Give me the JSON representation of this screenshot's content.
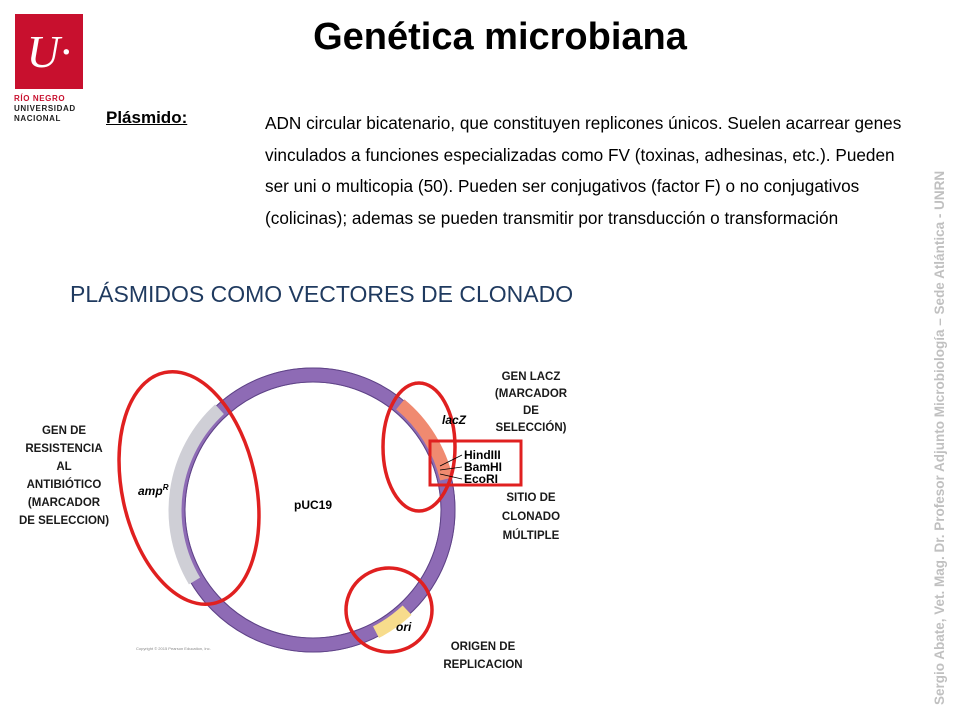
{
  "header": {
    "title": "Genética microbiana",
    "logo": {
      "glyph": "U·",
      "line1": "RÍO NEGRO",
      "line2": "UNIVERSIDAD",
      "line3": "NACIONAL",
      "color": "#c8102e"
    }
  },
  "intro": {
    "label": "Plásmido:",
    "text": "ADN circular bicatenario, que constituyen replicones únicos. Suelen acarrear genes vinculados a funciones especializadas como FV (toxinas, adhesinas, etc.).  Pueden ser uni o multicopia (50). Pueden ser conjugativos (factor F) o no conjugativos (colicinas); ademas se pueden transmitir por transducción o transformación"
  },
  "section_title": "PLÁSMIDOS COMO VECTORES DE CLONADO",
  "credit": "Sergio Abate, Vet. Mag. Dr.  Profesor Adjunto Microbiología – Sede Atlántica - UNRN",
  "diagram": {
    "plasmid_name": "pUC19",
    "genes": {
      "amp": "amp",
      "amp_sup": "R",
      "lacz": "lacZ",
      "ori": "ori"
    },
    "sites": [
      "HindIII",
      "BamHI",
      "EcoRI"
    ],
    "copyright": "Copyright © 2015 Pearson Education, Inc.",
    "annotations": {
      "resistance": [
        "GEN DE",
        "RESISTENCIA",
        "AL",
        "ANTIBIÓTICO",
        "(MARCADOR",
        "DE SELECCION)"
      ],
      "lacz": [
        "GEN LACZ",
        "(MARCADOR",
        "DE",
        "SELECCIÓN)"
      ],
      "cloning_site": [
        "SITIO DE",
        "CLONADO",
        "MÚLTIPLE"
      ],
      "origin": [
        "ORIGEN DE",
        "REPLICACION"
      ]
    },
    "colors": {
      "ring": "#8e6bb5",
      "amp_segment": "#cfcfd6",
      "lacz_segment": "#f08a70",
      "ori_segment": "#f7dc8c",
      "highlight": "#e02020"
    }
  }
}
